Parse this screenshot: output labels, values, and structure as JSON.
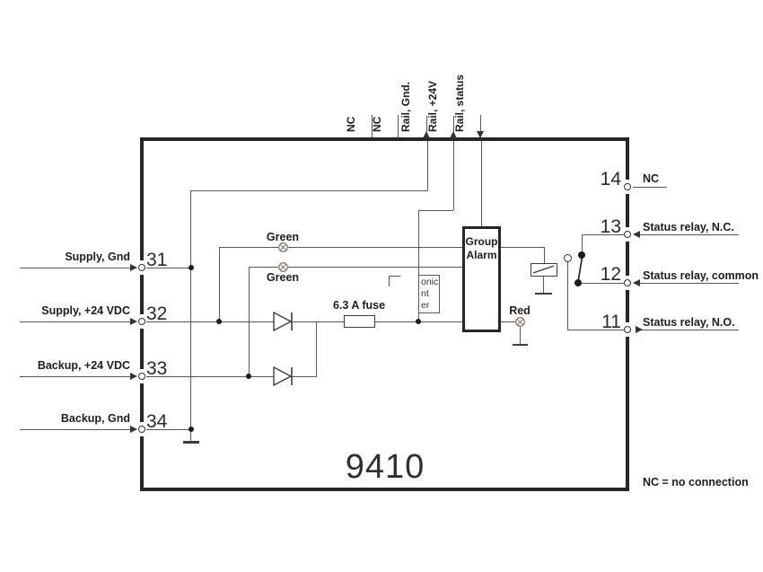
{
  "title": "9410",
  "footnote": "NC = no connection",
  "top_pins": [
    {
      "label": "NC"
    },
    {
      "label": "NC"
    },
    {
      "label": "Rail, Gnd."
    },
    {
      "label": "Rail, +24V"
    },
    {
      "label": "Rail, status"
    }
  ],
  "left_pins": [
    {
      "number": "31",
      "label": "Supply, Gnd"
    },
    {
      "number": "32",
      "label": "Supply, +24 VDC"
    },
    {
      "number": "33",
      "label": "Backup, +24 VDC"
    },
    {
      "number": "34",
      "label": "Backup, Gnd"
    }
  ],
  "right_pins": [
    {
      "number": "14",
      "label": "NC"
    },
    {
      "number": "13",
      "label": "Status relay, N.C."
    },
    {
      "number": "12",
      "label": "Status relay, common"
    },
    {
      "number": "11",
      "label": "Status relay, N.O."
    }
  ],
  "components": {
    "group_alarm_line1": "Group",
    "group_alarm_line2": "Alarm",
    "fuse_label": "6.3 A fuse",
    "green_led_1": "Green",
    "green_led_2": "Green",
    "red_led": "Red",
    "clipped_text_line1": "onic",
    "clipped_text_line2": "nt",
    "clipped_text_line3": "er"
  },
  "colors": {
    "wire": "#575757",
    "outline": "#262626",
    "text": "#1d1d1d",
    "led_symbol": "#8b7d73"
  }
}
